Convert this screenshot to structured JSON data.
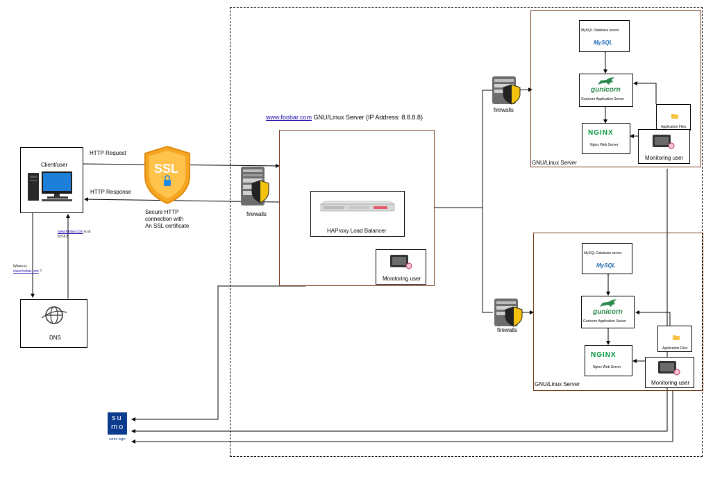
{
  "title": {
    "link": "www.foobar.com",
    "rest": " GNU/Linux Server (IP Address: 8.8.8.8)"
  },
  "client": {
    "label": "Client/user"
  },
  "dns": {
    "label": "DNS"
  },
  "edges": {
    "http_request": "HTTP Request",
    "http_response": "HTTP Response",
    "ssl_caption_1": "Secure HTTP",
    "ssl_caption_2": "connection with",
    "ssl_caption_3": "An SSL certificate",
    "where_is_1": "Where is",
    "where_is_link": "www.foobar.com",
    "where_is_q": " ?",
    "answer_link": "www.foobar.com",
    "answer_rest": " is at",
    "answer_ip": "8.8.8.8"
  },
  "ssl_badge": "SSL",
  "firewalls": {
    "main": "firewalls",
    "top": "firewalls",
    "bottom": "firewalls"
  },
  "load_balancer": {
    "label": "HAProxy Load Balancer",
    "monitoring": "Monitoring user"
  },
  "servers": [
    {
      "label": "GNU/Linux Server",
      "mysql": "MySQL Database server",
      "mysql_logo": "MySQL",
      "gunicorn_logo": "gunicorn",
      "gunicorn": "Gunicorn Application Server",
      "nginx_logo": "NGINX",
      "nginx": "Nginx Web Server",
      "files": "Application Files",
      "monitoring": "Monitoring user"
    },
    {
      "label": "GNU/Linux Server",
      "mysql": "MySQL Database server",
      "mysql_logo": "MySQL",
      "gunicorn_logo": "gunicorn",
      "gunicorn": "Gunicorn Application Server",
      "nginx_logo": "NGINX",
      "nginx": "Nginx Web Server",
      "files": "Application Files",
      "monitoring": "Monitoring user"
    }
  ],
  "sumo": {
    "logo_top": "su",
    "logo_bottom": "mo",
    "caption": "sumo logic"
  },
  "colors": {
    "server_border": "#7a3b1e",
    "nginx_green": "#009639",
    "gunicorn_green": "#2d8a4e",
    "sumo_blue": "#0b3b8c",
    "ssl_orange": "#f5a623"
  }
}
